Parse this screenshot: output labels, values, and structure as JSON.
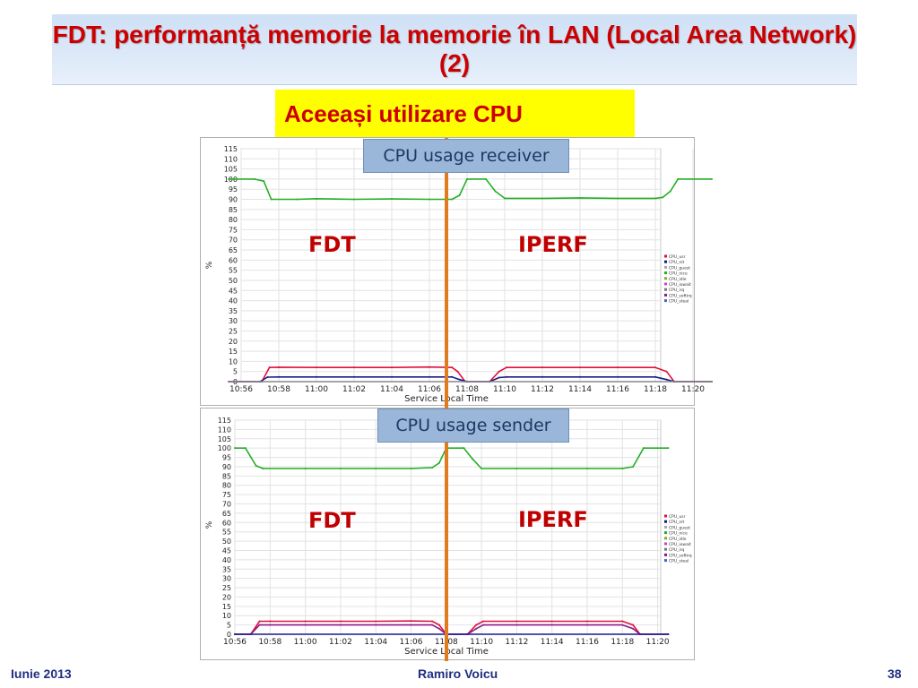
{
  "slide": {
    "title": "FDT: performanță memorie la memorie în LAN (Local Area Network) (2)",
    "subtitle": "Aceeași utilizare CPU"
  },
  "footer": {
    "left": "Iunie 2013",
    "center": "Ramiro Voicu",
    "right": "38"
  },
  "colors": {
    "title": "#cc0000",
    "subtitle_bg": "#ffff00",
    "callout_bg": "#9ab7d9",
    "callout_text": "#1f3864",
    "region_label": "#c00000",
    "divider": "#e07b20",
    "footer_text": "#1f2f80",
    "title_bg": "#dde9f8"
  },
  "chart_data": [
    {
      "type": "line",
      "callout": "CPU usage receiver",
      "annotations": [
        "FDT",
        "IPERF"
      ],
      "xlabel": "Service Local Time",
      "ylabel": "%",
      "ylim": [
        0,
        115
      ],
      "yticks": [
        0,
        5,
        10,
        15,
        20,
        25,
        30,
        35,
        40,
        45,
        50,
        55,
        60,
        65,
        70,
        75,
        80,
        85,
        90,
        95,
        100,
        105,
        110,
        115
      ],
      "xlim": [
        0,
        14
      ],
      "xticks": [
        {
          "x": 0,
          "label": "10:56"
        },
        {
          "x": 1,
          "label": "10:58"
        },
        {
          "x": 2,
          "label": "11:00"
        },
        {
          "x": 3,
          "label": "11:02"
        },
        {
          "x": 4,
          "label": "11:04"
        },
        {
          "x": 5,
          "label": "11:06"
        },
        {
          "x": 6,
          "label": "11:08"
        },
        {
          "x": 7,
          "label": "11:10"
        },
        {
          "x": 8,
          "label": "11:12"
        },
        {
          "x": 9,
          "label": "11:14"
        },
        {
          "x": 10,
          "label": "11:16"
        },
        {
          "x": 11,
          "label": "11:18"
        },
        {
          "x": 12,
          "label": "11:20"
        }
      ],
      "grid": true,
      "legend_position": "right",
      "legend": [
        "CPU_usr",
        "CPU_nit",
        "CPU_guest",
        "CPU_nice",
        "CPU_idle",
        "CPU_iowait",
        "CPU_irq",
        "CPU_softirq",
        "CPU_steal"
      ],
      "series": [
        {
          "name": "CPU_idle",
          "color": "#22b022",
          "points": [
            [
              -0.35,
              100
            ],
            [
              0.35,
              100
            ],
            [
              0.6,
              99
            ],
            [
              0.8,
              90
            ],
            [
              1.5,
              90
            ],
            [
              2,
              90.3
            ],
            [
              3,
              90
            ],
            [
              4,
              90.2
            ],
            [
              5,
              90
            ],
            [
              5.6,
              90
            ],
            [
              5.8,
              92
            ],
            [
              6,
              100
            ],
            [
              6.5,
              100
            ],
            [
              6.75,
              94
            ],
            [
              7,
              90.5
            ],
            [
              8,
              90.5
            ],
            [
              9,
              90.7
            ],
            [
              10,
              90.5
            ],
            [
              11,
              90.5
            ],
            [
              11.2,
              91
            ],
            [
              11.4,
              94
            ],
            [
              11.6,
              100
            ],
            [
              12.5,
              100
            ]
          ]
        },
        {
          "name": "CPU_usr",
          "color": "#e0103c",
          "points": [
            [
              -0.35,
              0
            ],
            [
              0.55,
              0
            ],
            [
              0.75,
              7
            ],
            [
              1,
              7.1
            ],
            [
              2,
              7
            ],
            [
              3,
              7
            ],
            [
              4,
              7
            ],
            [
              5,
              7.2
            ],
            [
              5.6,
              7
            ],
            [
              5.75,
              5
            ],
            [
              5.95,
              0
            ],
            [
              6.6,
              0
            ],
            [
              6.85,
              5
            ],
            [
              7.05,
              7
            ],
            [
              8,
              7
            ],
            [
              9,
              7
            ],
            [
              10,
              7
            ],
            [
              11,
              7
            ],
            [
              11.3,
              5
            ],
            [
              11.5,
              0
            ],
            [
              12.5,
              0
            ]
          ]
        },
        {
          "name": "CPU_softirq",
          "color": "#1a1a8c",
          "points": [
            [
              -0.35,
              0
            ],
            [
              0.5,
              0
            ],
            [
              0.7,
              2.2
            ],
            [
              1,
              2.3
            ],
            [
              2,
              2.3
            ],
            [
              3,
              2.3
            ],
            [
              4,
              2.3
            ],
            [
              5,
              2.3
            ],
            [
              5.6,
              2.3
            ],
            [
              5.8,
              1
            ],
            [
              6,
              0
            ],
            [
              6.6,
              0
            ],
            [
              6.85,
              2
            ],
            [
              7.05,
              2.3
            ],
            [
              8,
              2.3
            ],
            [
              9,
              2.3
            ],
            [
              10,
              2.3
            ],
            [
              11,
              2.3
            ],
            [
              11.3,
              1
            ],
            [
              11.5,
              0
            ],
            [
              12.5,
              0
            ]
          ]
        },
        {
          "name": "CPU_irq",
          "color": "#888888",
          "points": [
            [
              -0.35,
              0
            ],
            [
              12.5,
              0
            ]
          ]
        }
      ]
    },
    {
      "type": "line",
      "callout": "CPU usage sender",
      "annotations": [
        "FDT",
        "IPERF"
      ],
      "xlabel": "Service Local Time",
      "ylabel": "%",
      "ylim": [
        0,
        115
      ],
      "yticks": [
        0,
        5,
        10,
        15,
        20,
        25,
        30,
        35,
        40,
        45,
        50,
        55,
        60,
        65,
        70,
        75,
        80,
        85,
        90,
        95,
        100,
        105,
        110,
        115
      ],
      "xlim": [
        0,
        14
      ],
      "xticks": [
        {
          "x": 0,
          "label": "10:56"
        },
        {
          "x": 1,
          "label": "10:58"
        },
        {
          "x": 2,
          "label": "11:00"
        },
        {
          "x": 3,
          "label": "11:02"
        },
        {
          "x": 4,
          "label": "11:04"
        },
        {
          "x": 5,
          "label": "11:06"
        },
        {
          "x": 6,
          "label": "11:08"
        },
        {
          "x": 7,
          "label": "11:10"
        },
        {
          "x": 8,
          "label": "11:12"
        },
        {
          "x": 9,
          "label": "11:14"
        },
        {
          "x": 10,
          "label": "11:16"
        },
        {
          "x": 11,
          "label": "11:18"
        },
        {
          "x": 12,
          "label": "11:20"
        }
      ],
      "grid": true,
      "legend_position": "right",
      "legend": [
        "CPU_usr",
        "CPU_nit",
        "CPU_guest",
        "CPU_nice",
        "CPU_idle",
        "CPU_iowait",
        "CPU_irq",
        "CPU_softirq",
        "CPU_steal"
      ],
      "series": [
        {
          "name": "CPU_idle",
          "color": "#22b022",
          "points": [
            [
              0,
              100
            ],
            [
              0.3,
              100
            ],
            [
              0.6,
              90.5
            ],
            [
              0.8,
              89
            ],
            [
              2,
              89
            ],
            [
              3,
              89
            ],
            [
              4,
              89
            ],
            [
              5,
              89
            ],
            [
              5.6,
              89.5
            ],
            [
              5.8,
              92
            ],
            [
              6,
              100
            ],
            [
              6.5,
              100
            ],
            [
              6.75,
              94
            ],
            [
              7,
              89
            ],
            [
              8,
              89
            ],
            [
              9,
              89
            ],
            [
              10,
              89
            ],
            [
              11,
              89
            ],
            [
              11.3,
              90
            ],
            [
              11.6,
              100
            ],
            [
              12.3,
              100
            ]
          ]
        },
        {
          "name": "CPU_usr",
          "color": "#e0103c",
          "points": [
            [
              0,
              0
            ],
            [
              0.45,
              0
            ],
            [
              0.7,
              7
            ],
            [
              1,
              7
            ],
            [
              2,
              7
            ],
            [
              3,
              7
            ],
            [
              4,
              7
            ],
            [
              5,
              7.1
            ],
            [
              5.6,
              7
            ],
            [
              5.8,
              5
            ],
            [
              6,
              0
            ],
            [
              6.6,
              0
            ],
            [
              6.85,
              5
            ],
            [
              7.05,
              7
            ],
            [
              8,
              7
            ],
            [
              9,
              7
            ],
            [
              10,
              7
            ],
            [
              11,
              7
            ],
            [
              11.3,
              5
            ],
            [
              11.5,
              0
            ],
            [
              12.3,
              0
            ]
          ]
        },
        {
          "name": "CPU_softirq",
          "color": "#8b1a8b",
          "points": [
            [
              0,
              0
            ],
            [
              0.45,
              0
            ],
            [
              0.7,
              5
            ],
            [
              1,
              5
            ],
            [
              2,
              5
            ],
            [
              3,
              5
            ],
            [
              4,
              5
            ],
            [
              5,
              5
            ],
            [
              5.6,
              5
            ],
            [
              5.8,
              3
            ],
            [
              6,
              0
            ],
            [
              6.6,
              0
            ],
            [
              6.85,
              3
            ],
            [
              7.05,
              5
            ],
            [
              8,
              5
            ],
            [
              9,
              5
            ],
            [
              10,
              5
            ],
            [
              11,
              5
            ],
            [
              11.3,
              3
            ],
            [
              11.5,
              0
            ],
            [
              12.3,
              0
            ]
          ]
        },
        {
          "name": "CPU_irq",
          "color": "#1a1a8c",
          "points": [
            [
              0,
              0
            ],
            [
              12.3,
              0
            ]
          ]
        }
      ]
    }
  ]
}
